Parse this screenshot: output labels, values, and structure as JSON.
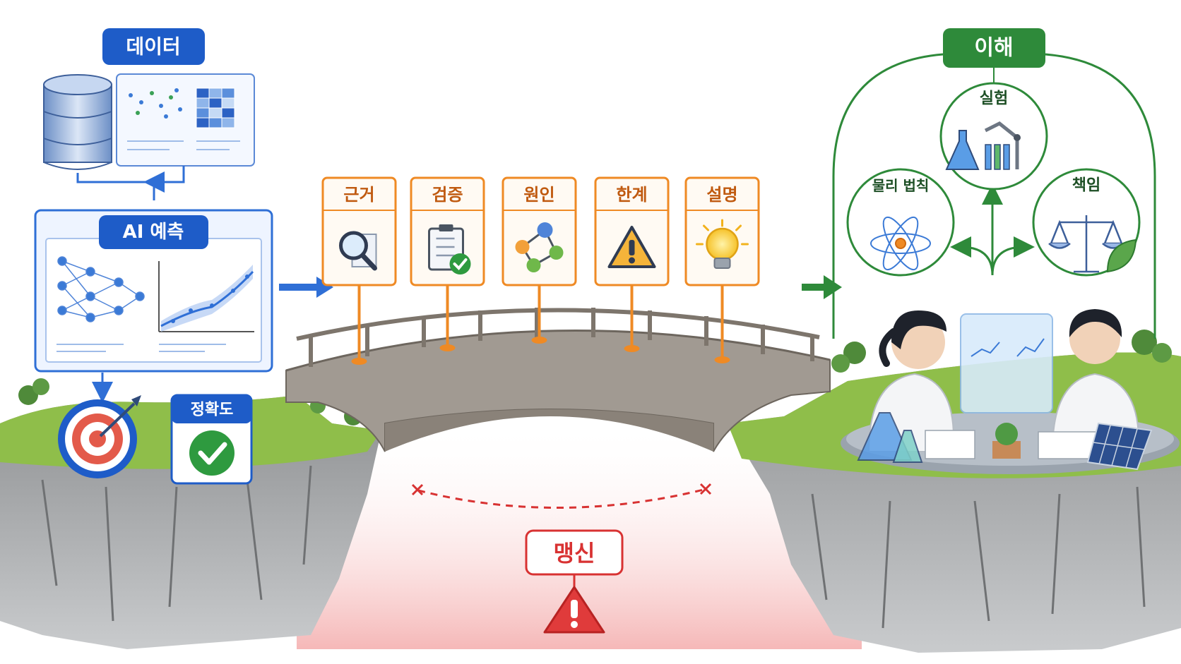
{
  "left": {
    "data_label": "데이터",
    "prediction_label": "AI 예측",
    "accuracy_label": "정확도"
  },
  "bridge_planks": [
    {
      "label": "근거",
      "icon": "magnifier-icon"
    },
    {
      "label": "검증",
      "icon": "clipboard-check-icon"
    },
    {
      "label": "원인",
      "icon": "molecule-network-icon"
    },
    {
      "label": "한계",
      "icon": "warning-triangle-icon"
    },
    {
      "label": "설명",
      "icon": "lightbulb-icon"
    }
  ],
  "gap": {
    "label": "맹신"
  },
  "right": {
    "understanding_label": "이해",
    "nodes": {
      "experiment": "실험",
      "physics": "물리 법칙",
      "responsibility": "책임"
    }
  },
  "colors": {
    "blue": "#1e5cc8",
    "orange": "#ef8a24",
    "green": "#2e8a3a",
    "red": "#d83232",
    "grass": "#8fbe4a",
    "rock": "#8a8c8e"
  }
}
